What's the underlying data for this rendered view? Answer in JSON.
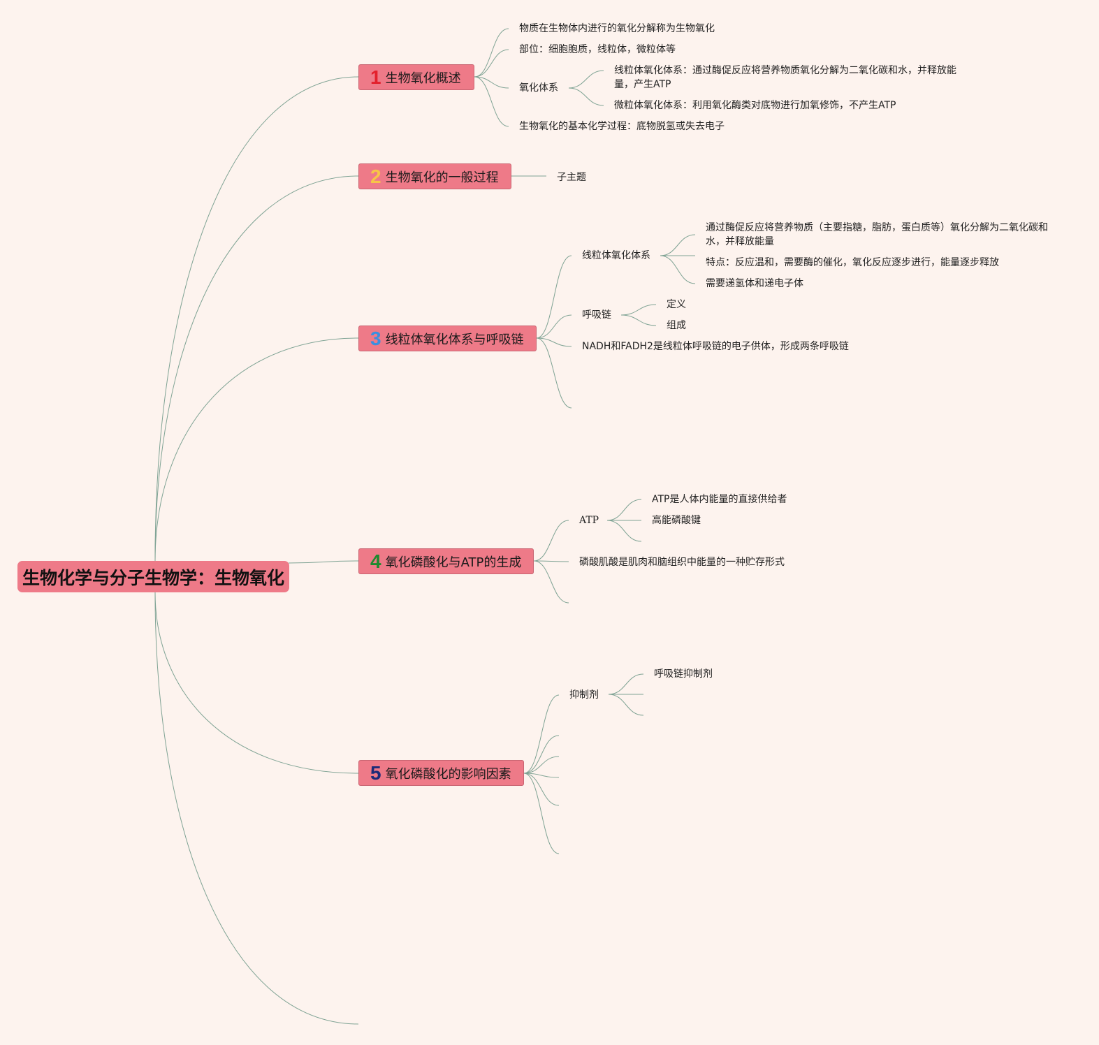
{
  "root": {
    "title": "生物化学与分子生物学：生物氧化"
  },
  "branches": [
    {
      "number": "1",
      "number_color": "#e3202c",
      "label": "生物氧化概述",
      "children": [
        "物质在生物体内进行的氧化分解称为生物氧化",
        "部位：细胞胞质，线粒体，微粒体等",
        "氧化体系",
        "生物氧化的基本化学过程：底物脱氢或失去电子"
      ],
      "sub": [
        "线粒体氧化体系：通过酶促反应将营养物质氧化分解为二氧化碳和水，并释放能量，产生ATP",
        "微粒体氧化体系：利用氧化酶类对底物进行加氧修饰，不产生ATP"
      ]
    },
    {
      "number": "2",
      "number_color": "#f7c548",
      "label": "生物氧化的一般过程",
      "children": [
        "子主题"
      ]
    },
    {
      "number": "3",
      "number_color": "#3a8fe0",
      "label": "线粒体氧化体系与呼吸链",
      "children": [
        "线粒体氧化体系",
        "呼吸链",
        "NADH和FADH2是线粒体呼吸链的电子供体，形成两条呼吸链"
      ],
      "mito": [
        "通过酶促反应将营养物质（主要指糖，脂肪，蛋白质等）氧化分解为二氧化碳和水，并释放能量",
        "特点：反应温和，需要酶的催化，氧化反应逐步进行，能量逐步释放",
        "需要递氢体和递电子体"
      ],
      "chain": [
        "定义",
        "组成"
      ]
    },
    {
      "number": "4",
      "number_color": "#1f8a2e",
      "label": "氧化磷酸化与ATP的生成",
      "children": [
        "ATP",
        "磷酸肌酸是肌肉和脑组织中能量的一种贮存形式"
      ],
      "atp": [
        "ATP是人体内能量的直接供给者",
        "高能磷酸键"
      ]
    },
    {
      "number": "5",
      "number_color": "#1c2a78",
      "label": "氧化磷酸化的影响因素",
      "children": [
        "抑制剂"
      ],
      "inhibitor": [
        "呼吸链抑制剂"
      ]
    }
  ],
  "colors": {
    "background": "#fdf3ee",
    "node_fill": "#ee7a88",
    "connector": "#7fa394"
  }
}
